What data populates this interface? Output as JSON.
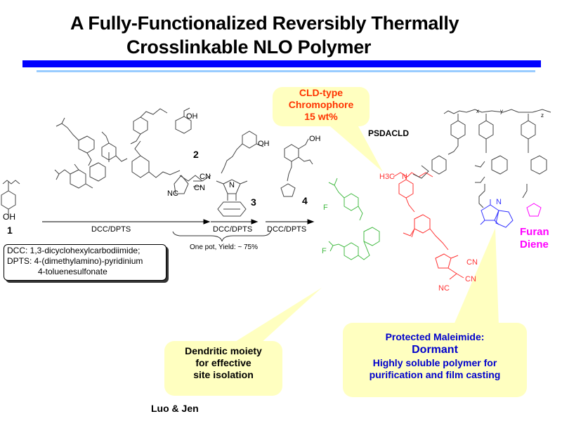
{
  "slide": {
    "title_line1": "A Fully-Functionalized Reversibly Thermally",
    "title_line2": "Crosslinkable NLO Polymer",
    "accent_colors": {
      "title_bar": "#0000ff",
      "subtitle_bar": "#99ccff",
      "callout_fill": "#ffffc0"
    }
  },
  "scheme": {
    "compounds": {
      "c1": "1",
      "c2": "2",
      "c3": "3",
      "c4": "4",
      "c1_oh": "OH",
      "product": "PSDACLD"
    },
    "steps": {
      "step1_reagent": "DCC/DPTS",
      "step2_reagent": "DCC/DPTS",
      "step3_reagent": "DCC/DPTS",
      "one_pot_note": "One pot, Yield: ~ 75%"
    },
    "atom_labels": {
      "cn": "CN",
      "nc": "NC",
      "oh": "OH",
      "f": "F",
      "o": "O",
      "n": "N",
      "h3c": "H3C",
      "sub3": "3",
      "x": "x",
      "y": "y",
      "z": "z"
    },
    "colors": {
      "chromophore": "#ff3333",
      "dendron": "#44bb44",
      "maleimide": "#3333ff",
      "furan": "#ff00ff",
      "backbone": "#444444"
    }
  },
  "definitions": {
    "line1": "DCC: 1,3-dicyclohexylcarbodiimide;",
    "line2": "DPTS: 4-(dimethylamino)-pyridinium",
    "line3": "4-toluenesulfonate"
  },
  "callouts": {
    "chromophore": {
      "line1": "CLD-type",
      "line2": "Chromophore",
      "line3": "15 wt%",
      "color": "#ff3300"
    },
    "dendritic": {
      "line1": "Dendritic moiety",
      "line2": "for effective",
      "line3": "site isolation"
    },
    "maleimide": {
      "line1": "Protected Maleimide:",
      "line2": "Dormant",
      "line3": "Highly soluble polymer for",
      "line4": "purification and film casting",
      "color": "#0000cc"
    },
    "furan": {
      "line1": "Furan",
      "line2": "Diene"
    }
  },
  "credit": "Luo & Jen"
}
